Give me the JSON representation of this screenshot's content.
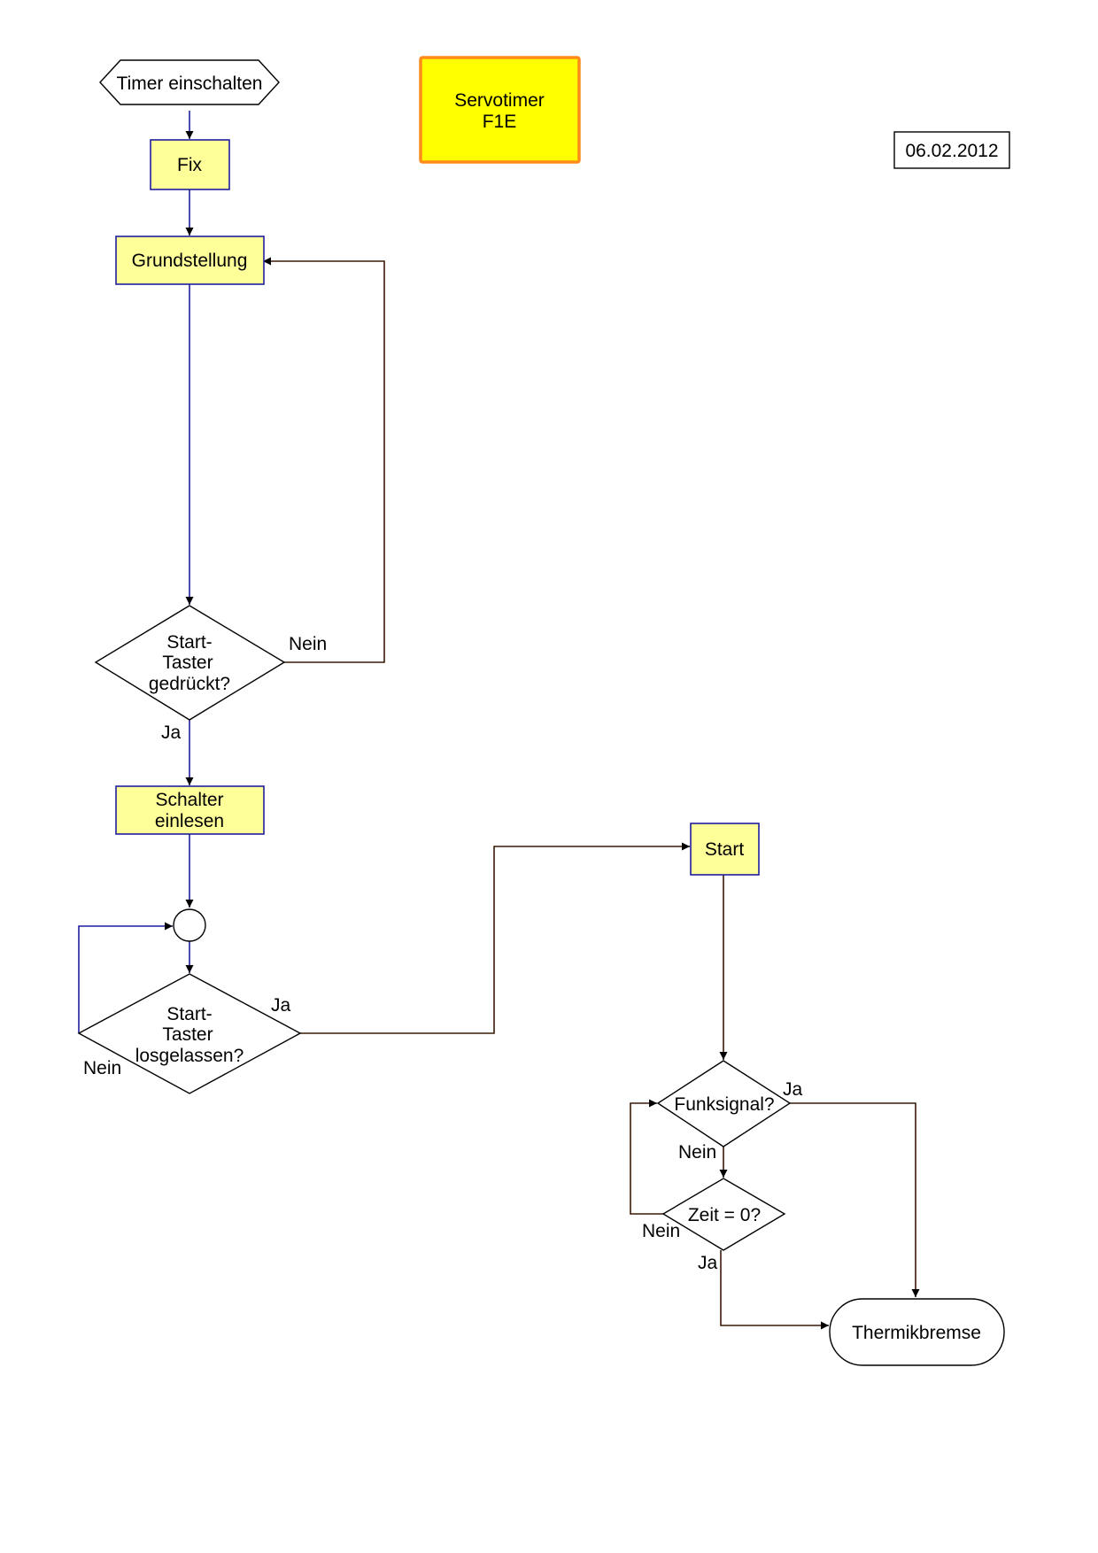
{
  "title_box": {
    "line1": "Servotimer",
    "line2": "F1E"
  },
  "date": "06.02.2012",
  "nodes": {
    "timer_on": "Timer einschalten",
    "fix": "Fix",
    "grundstellung": "Grundstellung",
    "start_pressed": {
      "line1": "Start-",
      "line2": "Taster",
      "line3": "gedrückt?"
    },
    "schalter": {
      "line1": "Schalter",
      "line2": "einlesen"
    },
    "start_released": {
      "line1": "Start-",
      "line2": "Taster",
      "line3": "losgelassen?"
    },
    "start": "Start",
    "funksignal": "Funksignal?",
    "zeit": "Zeit = 0?",
    "thermikbremse": "Thermikbremse"
  },
  "edge_labels": {
    "pressed_no": "Nein",
    "pressed_yes": "Ja",
    "released_yes": "Ja",
    "released_no": "Nein",
    "funk_yes": "Ja",
    "funk_no": "Nein",
    "zeit_no": "Nein",
    "zeit_yes": "Ja"
  },
  "colors": {
    "process_fill": "#ffff99",
    "process_border": "#1f1fa0",
    "title_fill": "#ffff00",
    "title_border": "#ff8c1a",
    "arrow_navy": "#1f1fa0",
    "arrow_brown": "#3a1a08"
  }
}
